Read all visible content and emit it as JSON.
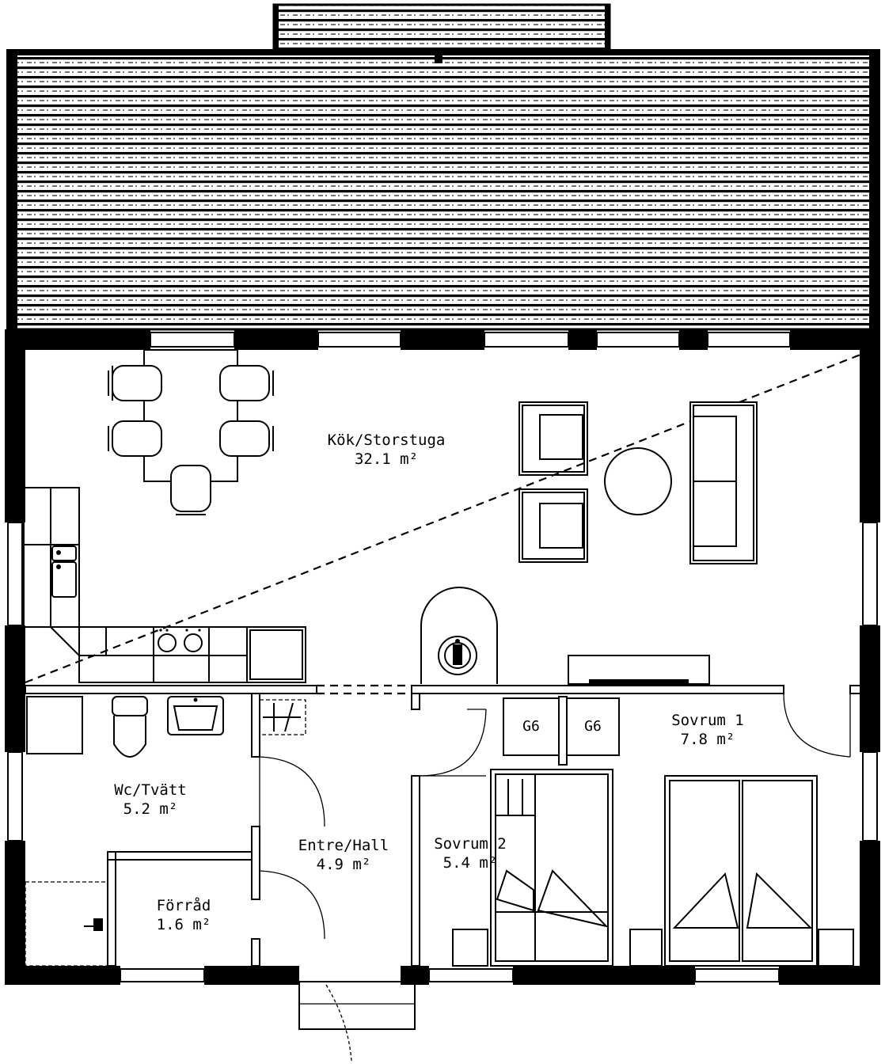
{
  "rooms": [
    {
      "name": "Kök/Storstuga",
      "area": "32.1 m²"
    },
    {
      "name": "Sovrum 1",
      "area": "7.8 m²"
    },
    {
      "name": "Wc/Tvätt",
      "area": "5.2 m²"
    },
    {
      "name": "Entre/Hall",
      "area": "4.9 m²"
    },
    {
      "name": "Sovrum 2",
      "area": "5.4 m²"
    },
    {
      "name": "Förråd",
      "area": "1.6 m²"
    }
  ],
  "wardrobes": [
    "G6",
    "G6"
  ]
}
